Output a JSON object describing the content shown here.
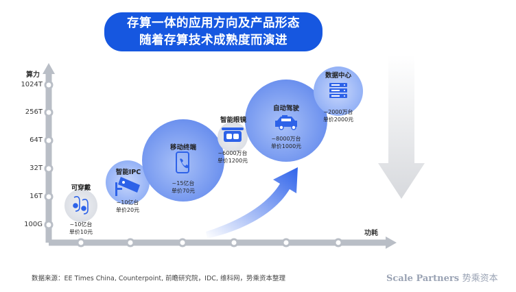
{
  "title": {
    "line1": "存算一体的应用方向及产品形态",
    "line2": "随着存算技术成熟度而演进"
  },
  "y_axis": {
    "name": "算力",
    "ticks": [
      "1024T",
      "256T",
      "64T",
      "32T",
      "16T",
      "100G"
    ]
  },
  "x_axis": {
    "name": "功耗"
  },
  "nodes": [
    {
      "label": "可穿戴",
      "value_line1": "~10亿台",
      "value_line2": "单价10元",
      "icon": "earbuds-icon"
    },
    {
      "label": "智能IPC",
      "value_line1": "~10亿台",
      "value_line2": "单价20元",
      "icon": "security-camera-icon"
    },
    {
      "label": "移动终端",
      "value_line1": "~15亿台",
      "value_line2": "单价70元",
      "icon": "mobile-phone-icon"
    },
    {
      "label": "智能眼镜",
      "value_line1": "~6000万台",
      "value_line2": "单价1200元",
      "icon": "vr-glasses-icon"
    },
    {
      "label": "自动驾驶",
      "value_line1": "~8000万台",
      "value_line2": "单价1000元",
      "icon": "car-icon"
    },
    {
      "label": "数据中心",
      "value_line1": "~2000万台",
      "value_line2": "单价2000元",
      "icon": "server-rack-icon"
    }
  ],
  "source": "数据来源：EE Times China, Counterpoint, 前瞻研究院，IDC, 维科网，势乘资本整理",
  "brand": {
    "latin": "Scale Partners",
    "chinese": "势乘资本"
  },
  "colors": {
    "title_bg": "#1657e0",
    "circle_fill": "#6f94f2",
    "axis": "#b9bec6",
    "icon_blue": "#2d62e8"
  }
}
